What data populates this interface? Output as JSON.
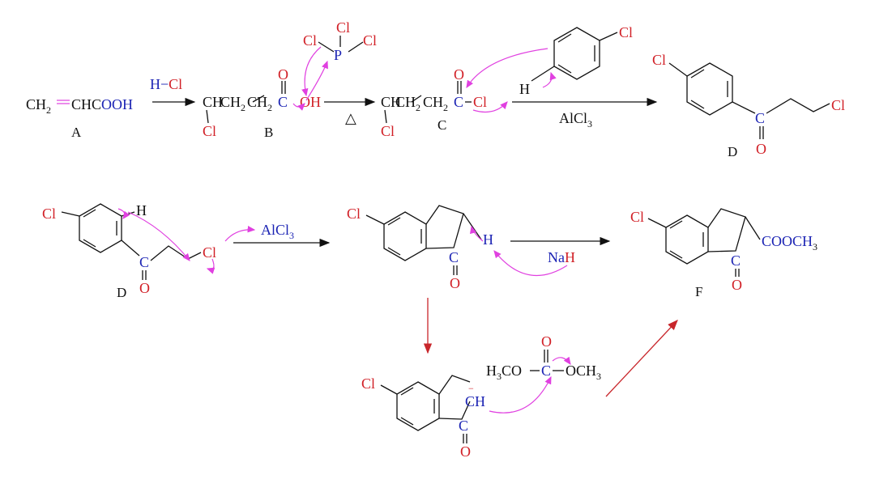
{
  "compounds": {
    "A": {
      "label": "A",
      "part1": "CH",
      "sub1": "2",
      "part2": "CHC",
      "part3": "OOH"
    },
    "B": {
      "label": "B",
      "ch": "CH",
      "ch2": "CH",
      "sub": "2",
      "ch2c": "CH",
      "sub2": "2",
      "c": "C",
      "o": "O",
      "oh": "OH",
      "cl": "Cl"
    },
    "C": {
      "label": "C",
      "ch": "CH",
      "ch2": "CH",
      "sub": "2",
      "ch2c": "CH",
      "sub2": "2",
      "c": "C",
      "o": "O",
      "cl": "Cl",
      "cl2": "Cl"
    },
    "D": {
      "label": "D",
      "cl_ring": "Cl",
      "c": "C",
      "o": "O",
      "cl_chain": "Cl"
    },
    "D2": {
      "label": "D",
      "cl": "Cl",
      "h": "H",
      "c": "C",
      "o": "O",
      "cl_chain": "Cl"
    },
    "I1": {
      "cl": "Cl",
      "h": "H",
      "c": "C",
      "o": "O"
    },
    "F": {
      "label": "F",
      "cl": "Cl",
      "c": "C",
      "o": "O",
      "ester": "COOCH",
      "ester_sub": "3"
    },
    "I2": {
      "cl": "Cl",
      "c": "C",
      "o": "O",
      "ch": "CH",
      "minus": "−"
    }
  },
  "reagents": {
    "hcl": {
      "h": "H",
      "dash": "−",
      "cl": "Cl"
    },
    "pcl3": {
      "p": "P",
      "cl1": "Cl",
      "cl2": "Cl",
      "cl3": "Cl"
    },
    "heat": "△",
    "alcl3_1": {
      "text": "AlCl",
      "sub": "3"
    },
    "alcl3_2": {
      "text": "AlCl",
      "sub": "3"
    },
    "h_attack": "H",
    "arene_cl": "Cl",
    "nah": {
      "na": "Na",
      "h": "H"
    },
    "dimethyl_carbonate": {
      "left": "H",
      "left_sub": "3",
      "left2": "CO",
      "c": "C",
      "o": "O",
      "right": "OCH",
      "right_sub": "3"
    }
  },
  "colors": {
    "bond": "#111111",
    "chlorine": "#d11f26",
    "carbon_hetero": "#1c24b4",
    "curly_arrow": "#e040e0",
    "red_arrow": "#c8262b"
  }
}
